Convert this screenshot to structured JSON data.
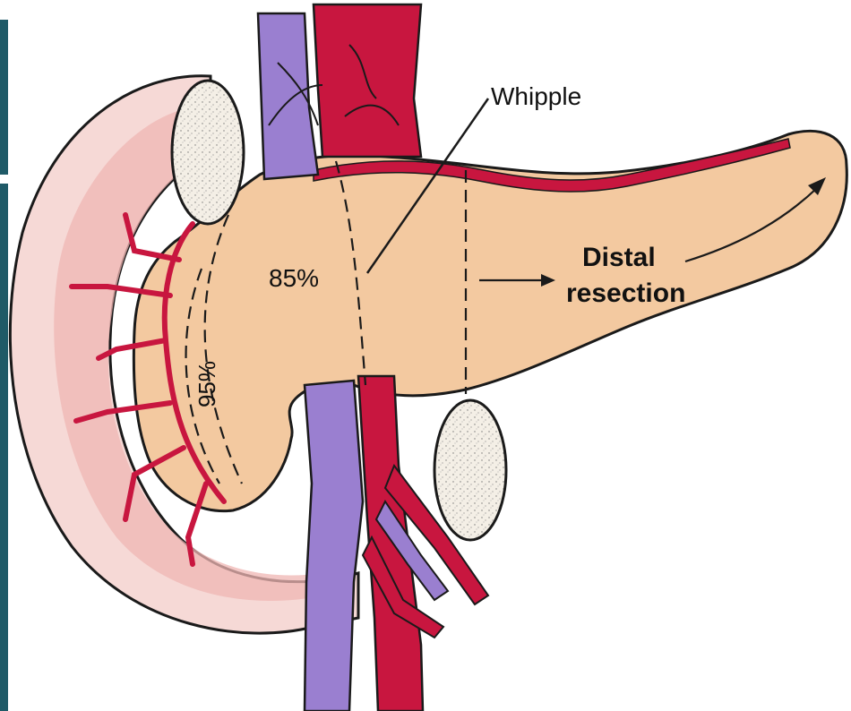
{
  "labels": {
    "whipple": "Whipple",
    "pct_85": "85%",
    "pct_95": "95%",
    "distal_line1": "Distal",
    "distal_line2": "resection"
  },
  "colors": {
    "pancreas": "#f3c9a0",
    "pancreas_outline": "#1a1a1a",
    "duodenum_outer": "#f6d9d6",
    "duodenum_inner": "#efb6b3",
    "artery": "#c8163f",
    "vein": "#9a7fd0",
    "sidebar": "#1f5a67"
  }
}
